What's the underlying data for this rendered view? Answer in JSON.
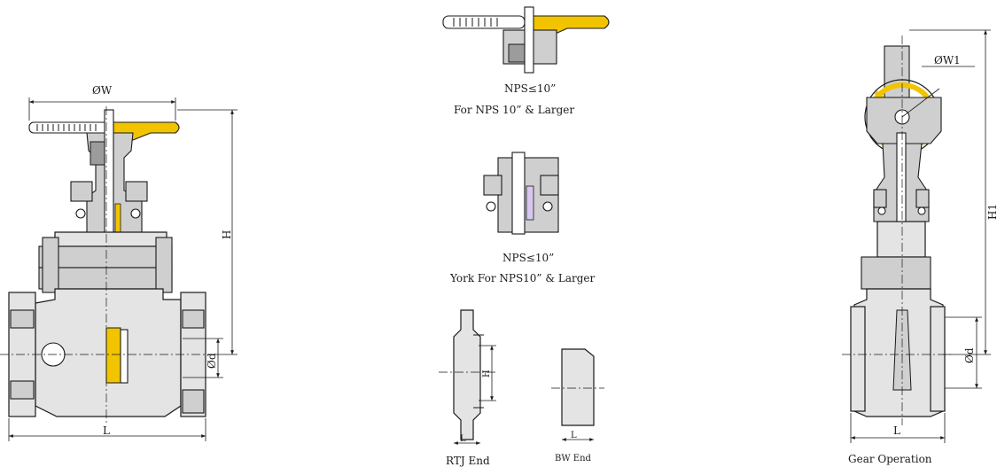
{
  "colors": {
    "handle": "#f2c400",
    "body": "#e4e4e4",
    "line": "#1a1a1a"
  },
  "main_view": {
    "dim_w": "ØW",
    "dim_h": "H",
    "dim_d": "Ød",
    "dim_l": "L"
  },
  "handwheel_detail": {
    "line1": "NPS≤10”",
    "line2": "For NPS 10” & Larger"
  },
  "york_detail": {
    "line1": "NPS≤10”",
    "line2": "York For NPS10” & Larger"
  },
  "rtj_end": {
    "dim_h": "H",
    "dim_l": "L",
    "caption": "RTJ End"
  },
  "bw_end": {
    "dim_l": "L",
    "caption": "BW End"
  },
  "gear_view": {
    "dim_w1": "ØW1",
    "dim_h1": "H1",
    "dim_d": "Ød",
    "dim_l": "L",
    "caption": "Gear Operation"
  }
}
